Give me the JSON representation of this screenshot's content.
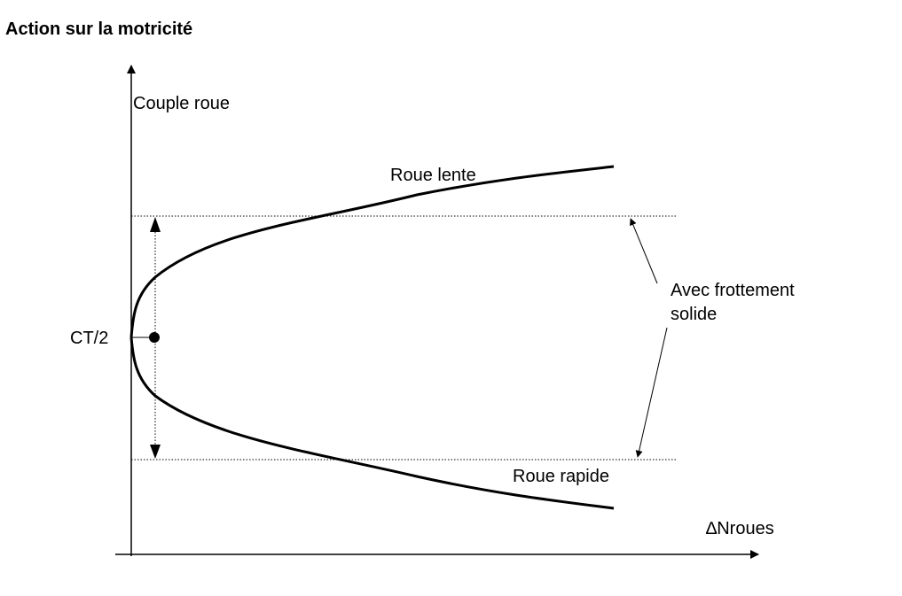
{
  "title": "Action sur la motricité",
  "diagram": {
    "y_axis_label": "Couple roue",
    "x_axis_label": "∆Nroues",
    "center_label": "CT/2",
    "upper_curve_label": "Roue lente",
    "lower_curve_label": "Roue rapide",
    "friction_label_line1": "Avec frottement",
    "friction_label_line2": "solide"
  },
  "colors": {
    "ink": "#000000"
  }
}
